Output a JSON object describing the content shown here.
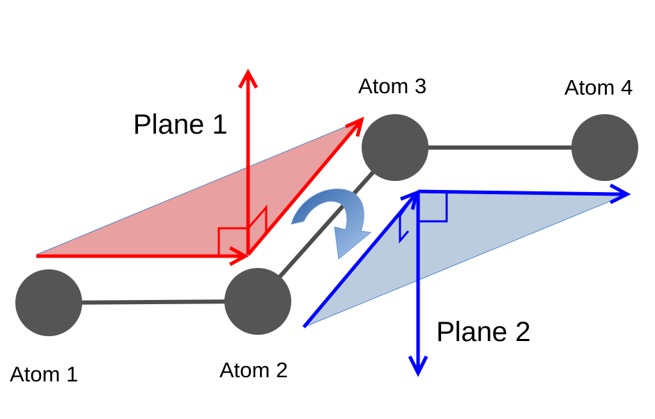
{
  "atoms": [
    {
      "label": "Atom 1"
    },
    {
      "label": "Atom 2"
    },
    {
      "label": "Atom 3"
    },
    {
      "label": "Atom 4"
    }
  ],
  "planes": [
    {
      "label": "Plane 1",
      "fill": "#e8a0a0",
      "stroke": "#ff0000"
    },
    {
      "label": "Plane 2",
      "fill": "#bcccdf",
      "stroke": "#0000ff"
    }
  ],
  "colors": {
    "atom": "#555555",
    "bond": "#4d4d4d",
    "rotation_arrow": "#4a80c6"
  },
  "icons": {
    "rotation": "curved-rotation-arrow-icon"
  }
}
